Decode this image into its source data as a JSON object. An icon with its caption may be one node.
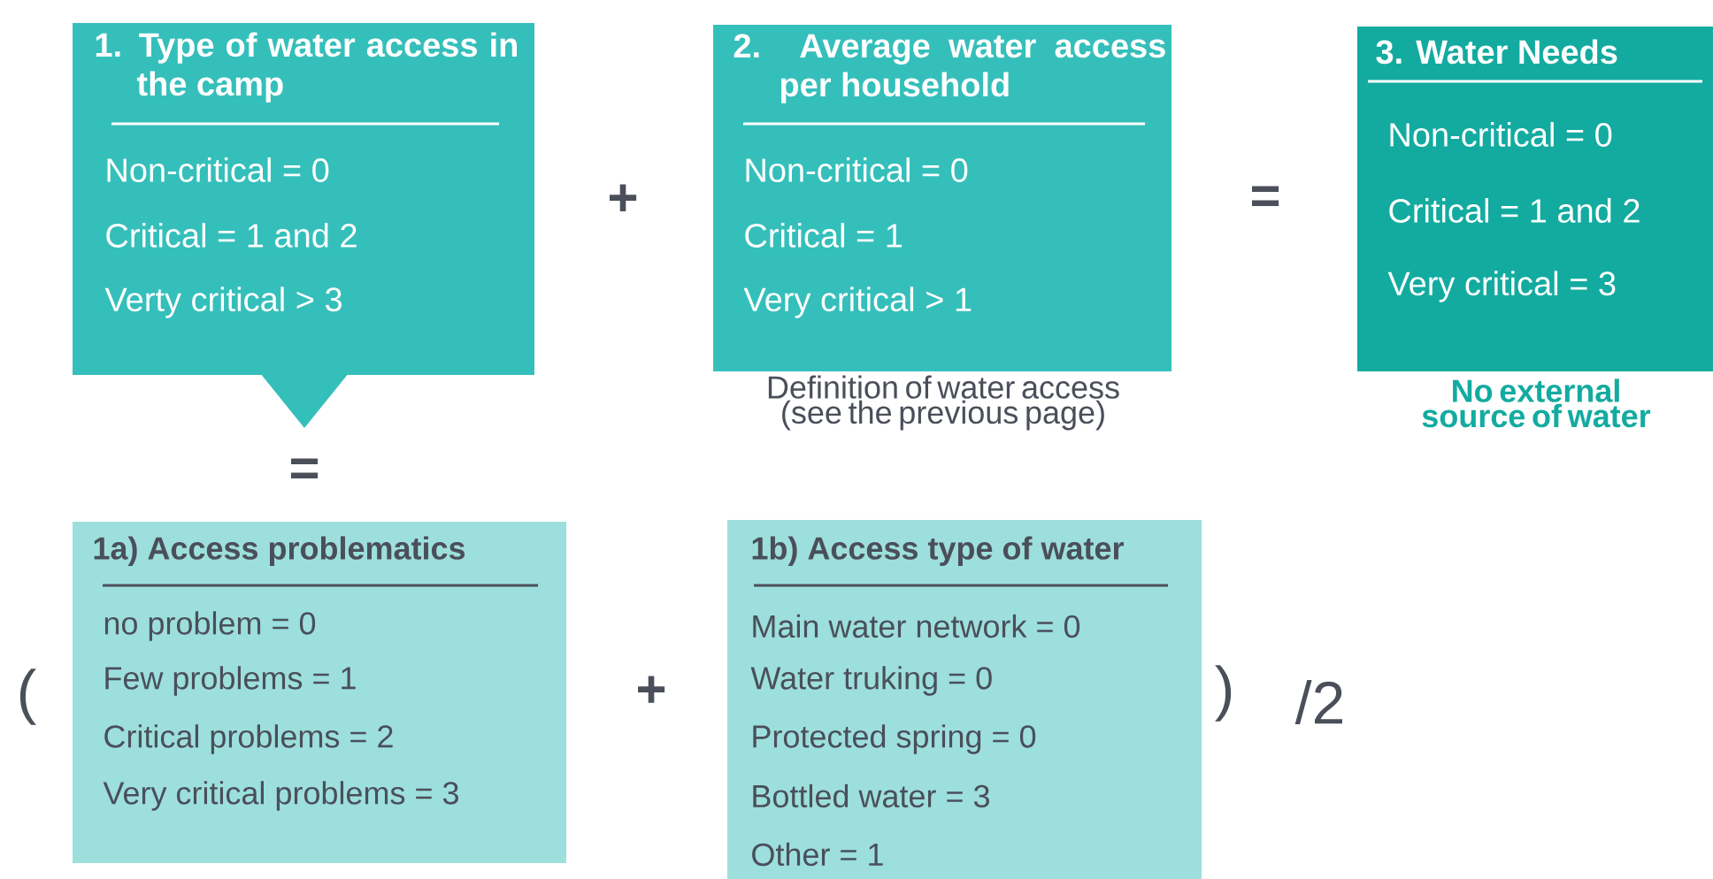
{
  "diagram": {
    "nodes": [
      {
        "text": [
          "1. Type of water access in the camp",
          "Non-critical = 0",
          "Critical = 1 and 2",
          "Verty critical > 3"
        ]
      },
      {
        "text": [
          "2. Average water access per household",
          "Non-critical = 0",
          "Critical = 1",
          "Very critical > 1"
        ],
        "beside": [
          "Definition of water access (see the previous page)"
        ]
      },
      {
        "text": [
          "3. Water Needs",
          "Non-critical = 0",
          "Critical = 1 and 2",
          "Very critical = 3"
        ],
        "beside": [
          "No external source of water"
        ]
      },
      {
        "text": [
          "1a) Access problematics",
          "no problem = 0",
          "Few problems = 1",
          "Critical problems = 2",
          "Very critical problems = 3"
        ]
      },
      {
        "text": [
          "1b) Access type of water",
          "Main water network = 0",
          "Water truking = 0",
          "Protected spring = 0",
          "Bottled water = 3",
          "Other = 1"
        ]
      }
    ],
    "labels": [
      "+",
      "=",
      "=",
      "(",
      "+",
      ")",
      "/2"
    ]
  }
}
